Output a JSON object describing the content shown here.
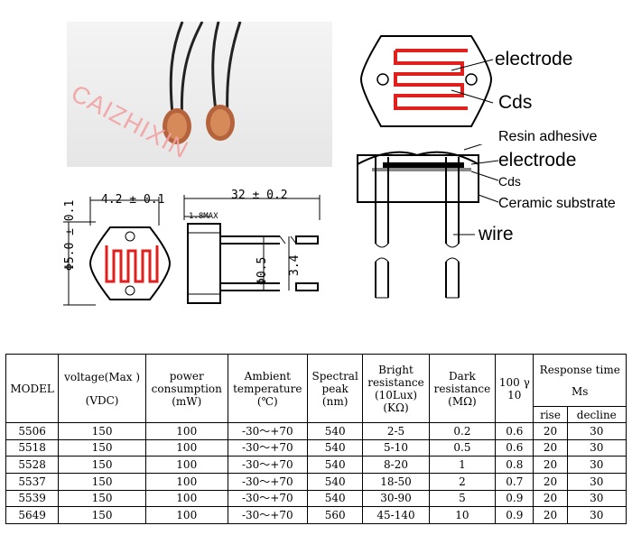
{
  "watermark": "CAIZHIXIN",
  "labels": {
    "electrode_top": "electrode",
    "cds_top": "Cds",
    "resin": "Resin adhesive",
    "electrode_side": "electrode",
    "cds_side": "Cds",
    "ceramic": "Ceramic substrate",
    "wire": "wire"
  },
  "dims": {
    "width": "4.2 ± 0.1",
    "length": "32 ± 0.2",
    "max": "1.8MAX",
    "diameter": "Φ5.0 ± 0.1",
    "lead_dia": "Φ0.5",
    "pitch": "3.4"
  },
  "table": {
    "headers": {
      "model": "MODEL",
      "voltage": [
        "voltage(Max )",
        "(VDC)"
      ],
      "power": [
        "power",
        "consumption",
        "(mW)"
      ],
      "ambient": [
        "Ambient",
        "temperature",
        "(℃)"
      ],
      "spectral": [
        "Spectral",
        "peak",
        "(nm)"
      ],
      "bright": [
        "Bright",
        "resistance",
        "(10Lux)",
        "(KΩ)"
      ],
      "dark": [
        "Dark",
        "resistance",
        "(MΩ)"
      ],
      "gamma": [
        "100 γ",
        "10"
      ],
      "response": [
        "Response time",
        "Ms"
      ],
      "rise": "rise",
      "decline": "decline"
    },
    "rows": [
      [
        "5506",
        "150",
        "100",
        "-30～+70",
        "540",
        "2-5",
        "0.2",
        "0.6",
        "20",
        "30"
      ],
      [
        "5518",
        "150",
        "100",
        "-30～+70",
        "540",
        "5-10",
        "0.5",
        "0.6",
        "20",
        "30"
      ],
      [
        "5528",
        "150",
        "100",
        "-30～+70",
        "540",
        "8-20",
        "1",
        "0.8",
        "20",
        "30"
      ],
      [
        "5537",
        "150",
        "100",
        "-30～+70",
        "540",
        "18-50",
        "2",
        "0.7",
        "20",
        "30"
      ],
      [
        "5539",
        "150",
        "100",
        "-30～+70",
        "540",
        "30-90",
        "5",
        "0.9",
        "20",
        "30"
      ],
      [
        "5649",
        "150",
        "100",
        "-30～+70",
        "560",
        "45-140",
        "10",
        "0.9",
        "20",
        "30"
      ]
    ]
  },
  "colors": {
    "serpentine": "#e0201c",
    "watermark": "#f2a2a2"
  }
}
